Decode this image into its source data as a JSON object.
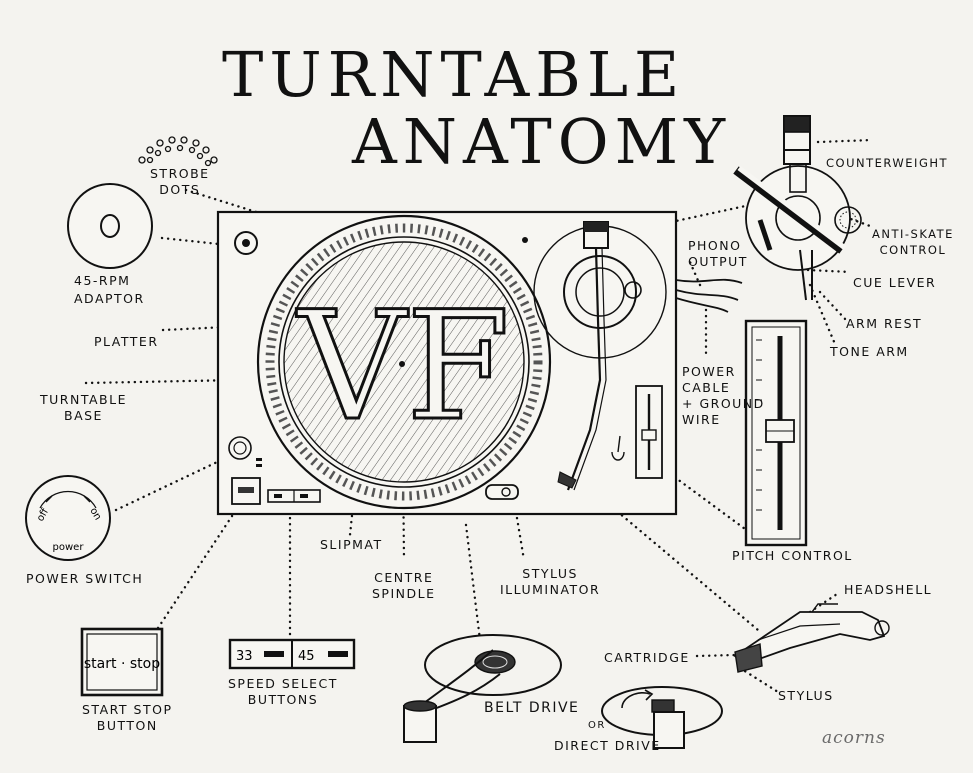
{
  "title": {
    "line1": "TURNTABLE",
    "line2": "ANATOMY"
  },
  "logo_text": "VF",
  "labels": {
    "strobe_dots": "STROBE\nDOTS",
    "adaptor": "45-RPM\nADAPTOR",
    "platter": "PLATTER",
    "base": "TURNTABLE\nBASE",
    "power_switch": "POWER SWITCH",
    "start_stop_button": "START STOP\nBUTTON",
    "speed_select": "SPEED SELECT\nBUTTONS",
    "slipmat": "SLIPMAT",
    "centre_spindle": "CENTRE\nSPINDLE",
    "stylus_illuminator": "STYLUS\nILLUMINATOR",
    "belt_drive": "BELT DRIVE",
    "or": "OR",
    "direct_drive": "DIRECT DRIVE",
    "counterweight": "COUNTERWEIGHT",
    "anti_skate": "ANTI-SKATE\nCONTROL",
    "cue_lever": "CUE LEVER",
    "arm_rest": "ARM REST",
    "tone_arm": "TONE ARM",
    "phono_output": "PHONO\nOUTPUT",
    "power_cable": "POWER\nCABLE\n+ GROUND\nWIRE",
    "pitch_control": "PITCH CONTROL",
    "headshell": "HEADSHELL",
    "cartridge": "CARTRIDGE",
    "stylus": "STYLUS"
  },
  "button_text": {
    "start_stop": "start · stop",
    "speed_33": "33",
    "speed_45": "45"
  },
  "power_dial_text": {
    "off": "off",
    "on": "on",
    "power": "power"
  },
  "signature": "acorns"
}
